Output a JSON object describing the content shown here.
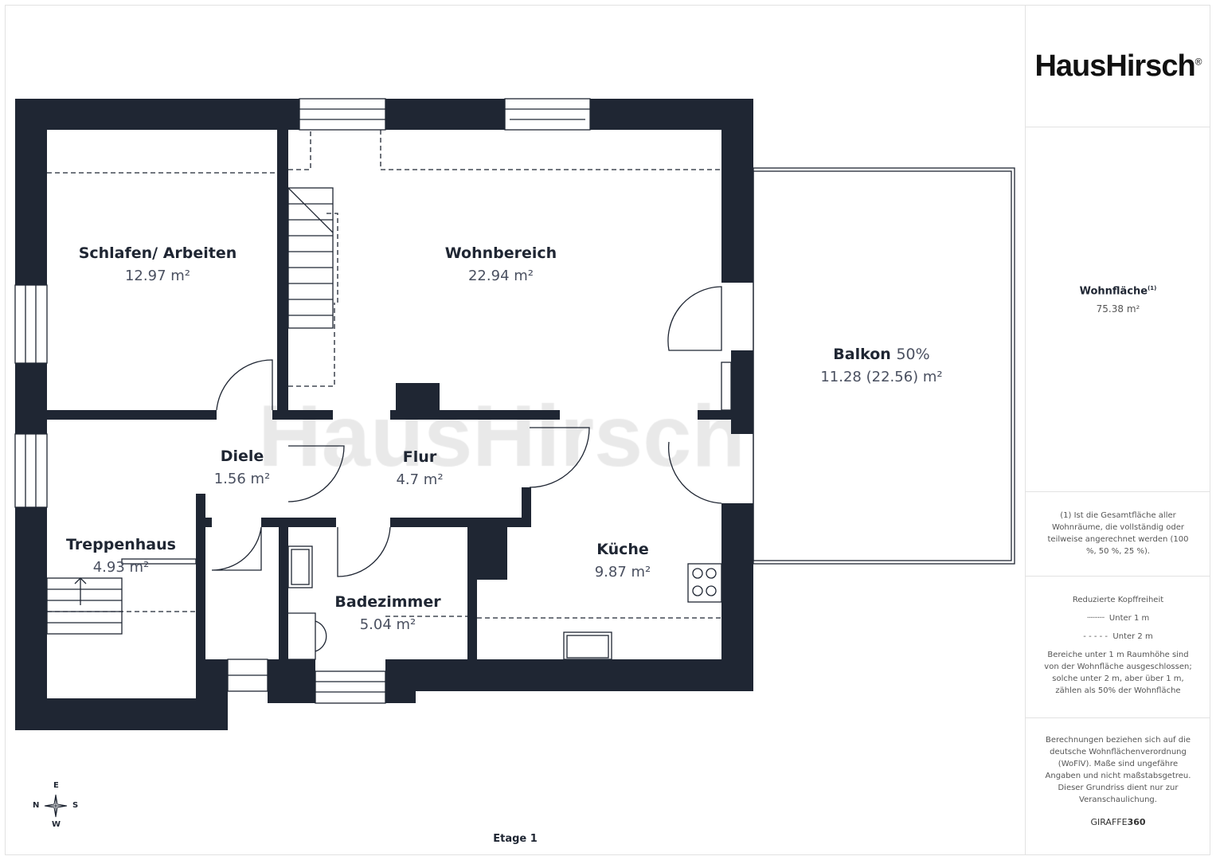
{
  "brand": {
    "logo": "HausHirsch",
    "registered": "®",
    "watermark": "HausHirsch"
  },
  "rooms": [
    {
      "name": "Schlafen/ Arbeiten",
      "area": "12.97 m²"
    },
    {
      "name": "Wohnbereich",
      "area": "22.94 m²"
    },
    {
      "name": "Balkon",
      "suffix": "50%",
      "area": "11.28 (22.56) m²"
    },
    {
      "name": "Diele",
      "area": "1.56 m²"
    },
    {
      "name": "Flur",
      "area": "4.7 m²"
    },
    {
      "name": "Treppenhaus",
      "area": "4.93 m²"
    },
    {
      "name": "Küche",
      "area": "9.87 m²"
    },
    {
      "name": "Badezimmer",
      "area": "5.04 m²"
    }
  ],
  "panel": {
    "wohnflaeche_title": "Wohnfläche",
    "wohnflaeche_sup": "(1)",
    "wohnflaeche_value": "75.38 m²",
    "footnote": "(1) Ist die Gesamtfläche aller Wohnräume, die vollständig oder teilweise angerechnet werden (100 %, 50 %, 25 %).",
    "legend_title": "Reduzierte Kopffreiheit",
    "legend_under1": "Unter 1 m",
    "legend_under2": "Unter 2 m",
    "legend_note": "Bereiche unter 1 m Raumhöhe sind von der Wohnfläche ausgeschlossen; solche unter 2 m, aber über 1 m, zählen als 50% der Wohnfläche",
    "disclaimer": "Berechnungen beziehen sich auf die deutsche Wohnflächenverordnung (WoFlV). Maße sind ungefähre Angaben und nicht maßstabsgetreu. Dieser Grundriss dient nur zur Veranschaulichung.",
    "credit_a": "GIRAFFE",
    "credit_b": "360"
  },
  "compass": {
    "e": "E",
    "n": "N",
    "s": "S",
    "w": "W"
  },
  "floor": "Etage 1"
}
